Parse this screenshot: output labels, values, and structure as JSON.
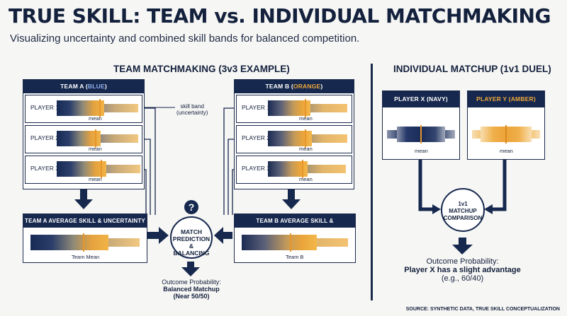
{
  "title": "TRUE SKILL: TEAM vs. INDIVIDUAL MATCHMAKING",
  "subtitle": "Visualizing uncertainty and combined skill bands for balanced competition.",
  "team_section": {
    "heading": "TEAM MATCHMAKING (3v3 EXAMPLE)",
    "team_a": {
      "label_prefix": "TEAM A (",
      "label_color": "BLUE",
      "label_suffix": ")",
      "players": [
        "PLAYER 1",
        "PLAYER 2",
        "PLAYER 3"
      ],
      "average_label": "TEAM A AVERAGE SKILL & UNCERTAINTY",
      "mean_label": "Team Mean"
    },
    "team_b": {
      "label_prefix": "TEAM B (",
      "label_color": "ORANGE",
      "label_suffix": ")",
      "players": [
        "PLAYER 1",
        "PLAYER 2",
        "PLAYER 3"
      ],
      "average_label": "TEAM B AVERAGE SKILL & UNCERTAINTY",
      "mean_label": "Team B"
    },
    "mean_label": "mean",
    "skill_band_label_1": "skill band",
    "skill_band_label_2": "(uncertainty)",
    "question_mark": "?",
    "match_line1": "MATCH",
    "match_line2": "PREDICTION &",
    "match_line3": "BALANCING",
    "outcome_label": "Outcome Probability:",
    "outcome_line1": "Balanced Matchup",
    "outcome_line2": "(Near 50/50)"
  },
  "individual_section": {
    "heading": "INDIVIDUAL MATCHUP (1v1 DUEL)",
    "player_x": "PLAYER X (NAVY)",
    "player_y": "PLAYER Y (AMBER)",
    "mean_label": "mean",
    "circle_line1": "1v1",
    "circle_line2": "MATCHUP",
    "circle_line3": "COMPARISON",
    "outcome_label": "Outcome Probability:",
    "outcome_line1": "Player X has a slight advantage",
    "outcome_line2": "(e.g., 60/40)"
  },
  "source": "SOURCE: SYNTHETIC DATA, TRUE SKILL CONCEPTUALIZATION",
  "colors": {
    "navy": "#16284e",
    "amber": "#eca239",
    "mean_line": "#e8952c"
  }
}
